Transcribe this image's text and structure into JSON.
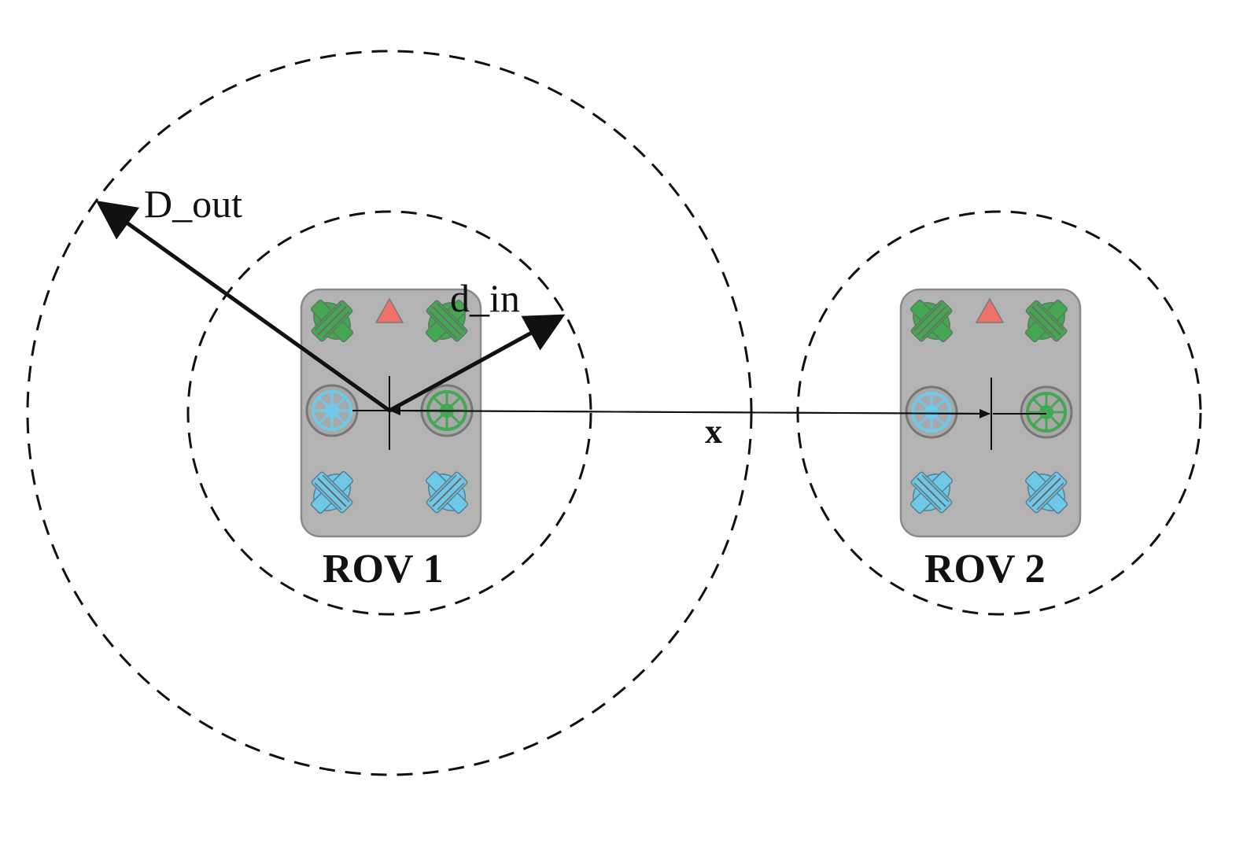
{
  "labels": {
    "d_out": "D_out",
    "d_in": "d_in",
    "x": "x",
    "rov1": "ROV 1",
    "rov2": "ROV 2"
  },
  "colors": {
    "rov_body": "#b3b3b3",
    "thruster_green": "#44a853",
    "thruster_blue": "#6fc8e8",
    "heading_marker": "#f07167",
    "line": "#111111"
  },
  "icons": {
    "heading": "triangle-marker",
    "thruster_vertical": "propeller-circle",
    "thruster_horizontal": "angled-thruster"
  }
}
